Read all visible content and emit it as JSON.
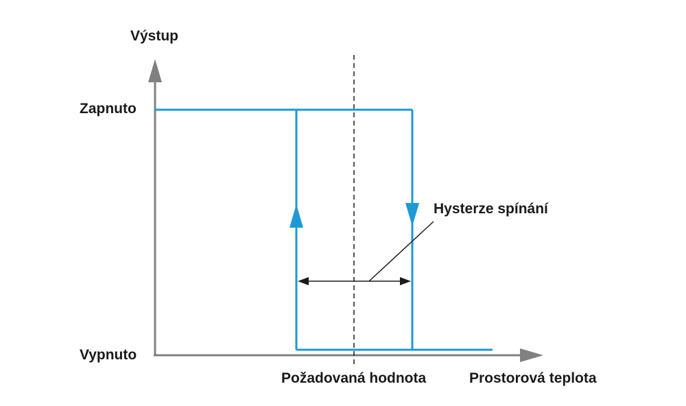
{
  "labels": {
    "y_axis": "Výstup",
    "x_axis": "Prostorová teplota",
    "state_on": "Zapnuto",
    "state_off": "Vypnuto",
    "setpoint": "Požadovaná hodnota",
    "hysteresis": "Hysterze spínání"
  },
  "colors": {
    "curve": "#1c9ad6",
    "axis": "#808080",
    "annotation": "#1a1a1a"
  }
}
